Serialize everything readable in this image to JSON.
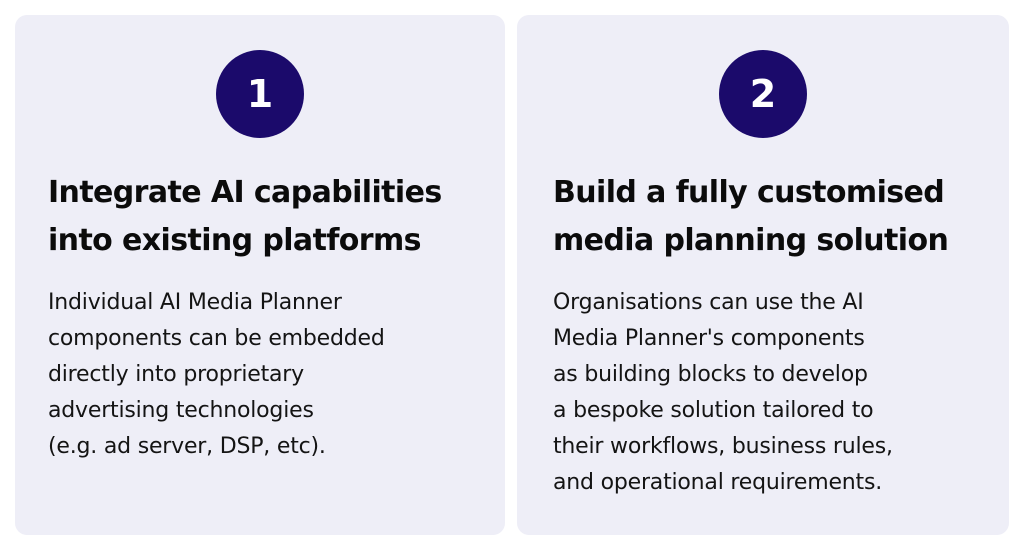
{
  "cards": [
    {
      "number": "1",
      "title_lines": [
        "Integrate AI capabilities",
        "into existing platforms"
      ],
      "body_lines": [
        "Individual AI Media Planner",
        "components can be embedded",
        "directly into proprietary",
        "advertising technologies",
        "(e.g. ad server, DSP, etc)."
      ]
    },
    {
      "number": "2",
      "title_lines": [
        "Build a fully customised",
        "media planning solution"
      ],
      "body_lines": [
        "Organisations can use the AI",
        "Media Planner's components",
        "as building blocks to develop",
        "a bespoke solution tailored to",
        "their workflows, business rules,",
        "and operational requirements."
      ]
    }
  ],
  "colors": {
    "card_bg": "#eeeef7",
    "badge_bg": "#1b0a6b",
    "badge_text": "#ffffff",
    "title_text": "#0b0b0b",
    "body_text": "#141414"
  }
}
